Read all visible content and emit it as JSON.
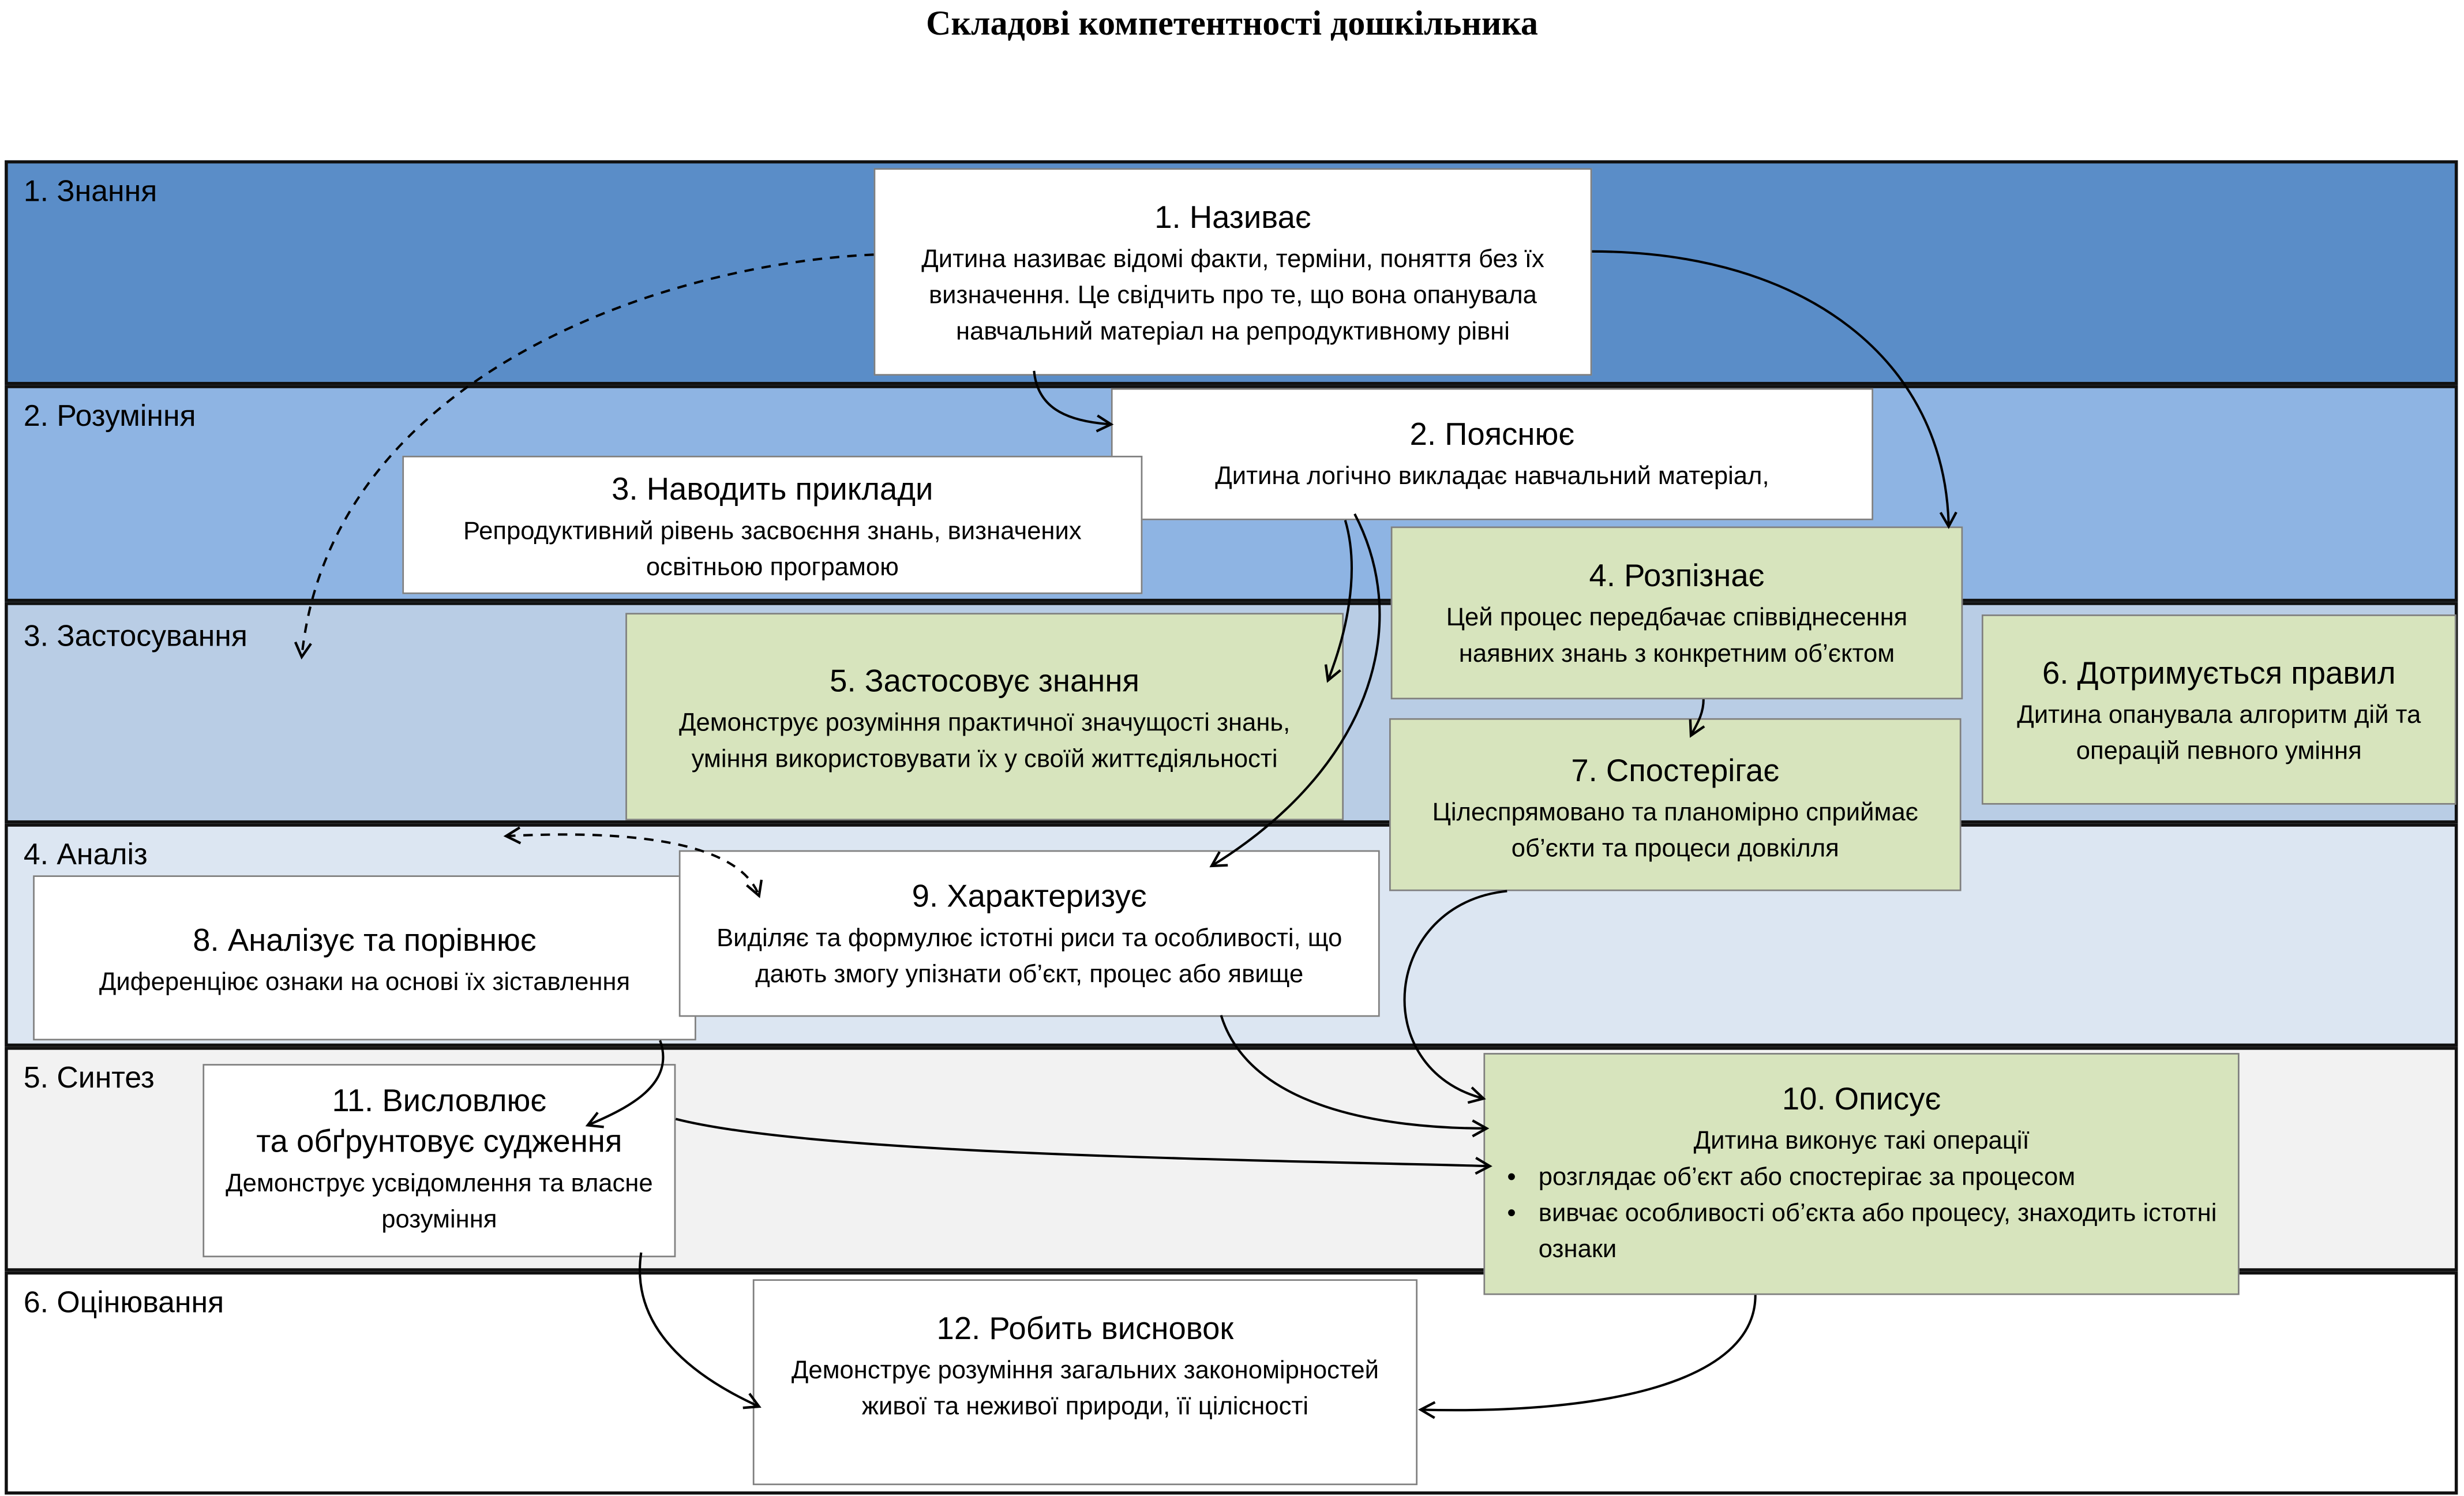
{
  "title": "Складові компетентності дошкільника",
  "bands": [
    {
      "label": "1. Знання",
      "color": "#5a8dc8"
    },
    {
      "label": "2. Розуміння",
      "color": "#8eb4e3"
    },
    {
      "label": "3. Застосування",
      "color": "#b9cde5"
    },
    {
      "label": "4. Аналіз",
      "color": "#dce6f2"
    },
    {
      "label": "5. Синтез",
      "color": "#f2f2f2"
    },
    {
      "label": "6. Оцінювання",
      "color": "#ffffff"
    }
  ],
  "boxes": {
    "b1": {
      "title": "1. Називає",
      "desc": "Дитина називає відомі факти, терміни, поняття без їх визначення. Це свідчить про те, що вона опанувала навчальний матеріал на репродуктивному рівні"
    },
    "b2": {
      "title": "2. Пояснює",
      "desc": "Дитина логічно викладає навчальний матеріал,"
    },
    "b3": {
      "title": "3. Наводить приклади",
      "desc": "Репродуктивний рівень засвоєння знань, визначених освітньою програмою"
    },
    "b4": {
      "title": "4. Розпізнає",
      "desc": "Цей процес передбачає співвіднесення наявних  знань з конкретним об’єктом"
    },
    "b5": {
      "title": "5. Застосовує знання",
      "desc": "Демонструє розуміння практичної значущості знань, уміння використовувати їх у своїй життєдіяльності"
    },
    "b6": {
      "title": "6. Дотримується правил",
      "desc": "Дитина опанувала алгоритм дій та операцій певного  уміння"
    },
    "b7": {
      "title": "7. Спостерігає",
      "desc": "Цілеспрямовано та планомірно сприймає об’єкти та процеси довкілля"
    },
    "b8": {
      "title": "8. Аналізує та порівнює",
      "desc": "Диференціює ознаки на основі їх зіставлення"
    },
    "b9": {
      "title": "9. Характеризує",
      "desc": "Виділяє та формулює істотні риси та особливості, що дають змогу упізнати об’єкт, процес або явище"
    },
    "b10": {
      "title": "10. Описує",
      "desc": "Дитина виконує такі операції",
      "items": [
        "розглядає об’єкт або спостерігає за процесом",
        "вивчає особливості об’єкта або процесу, знаходить істотні ознаки"
      ]
    },
    "b11": {
      "title_line1": "11. Висловлює",
      "title_line2": "та обґрунтовує судження",
      "desc": "Демонструє усвідомлення та власне розуміння"
    },
    "b12": {
      "title": "12. Робить висновок",
      "desc": "Демонструє розуміння загальних закономірностей живої та неживої природи, її цілісності"
    }
  }
}
